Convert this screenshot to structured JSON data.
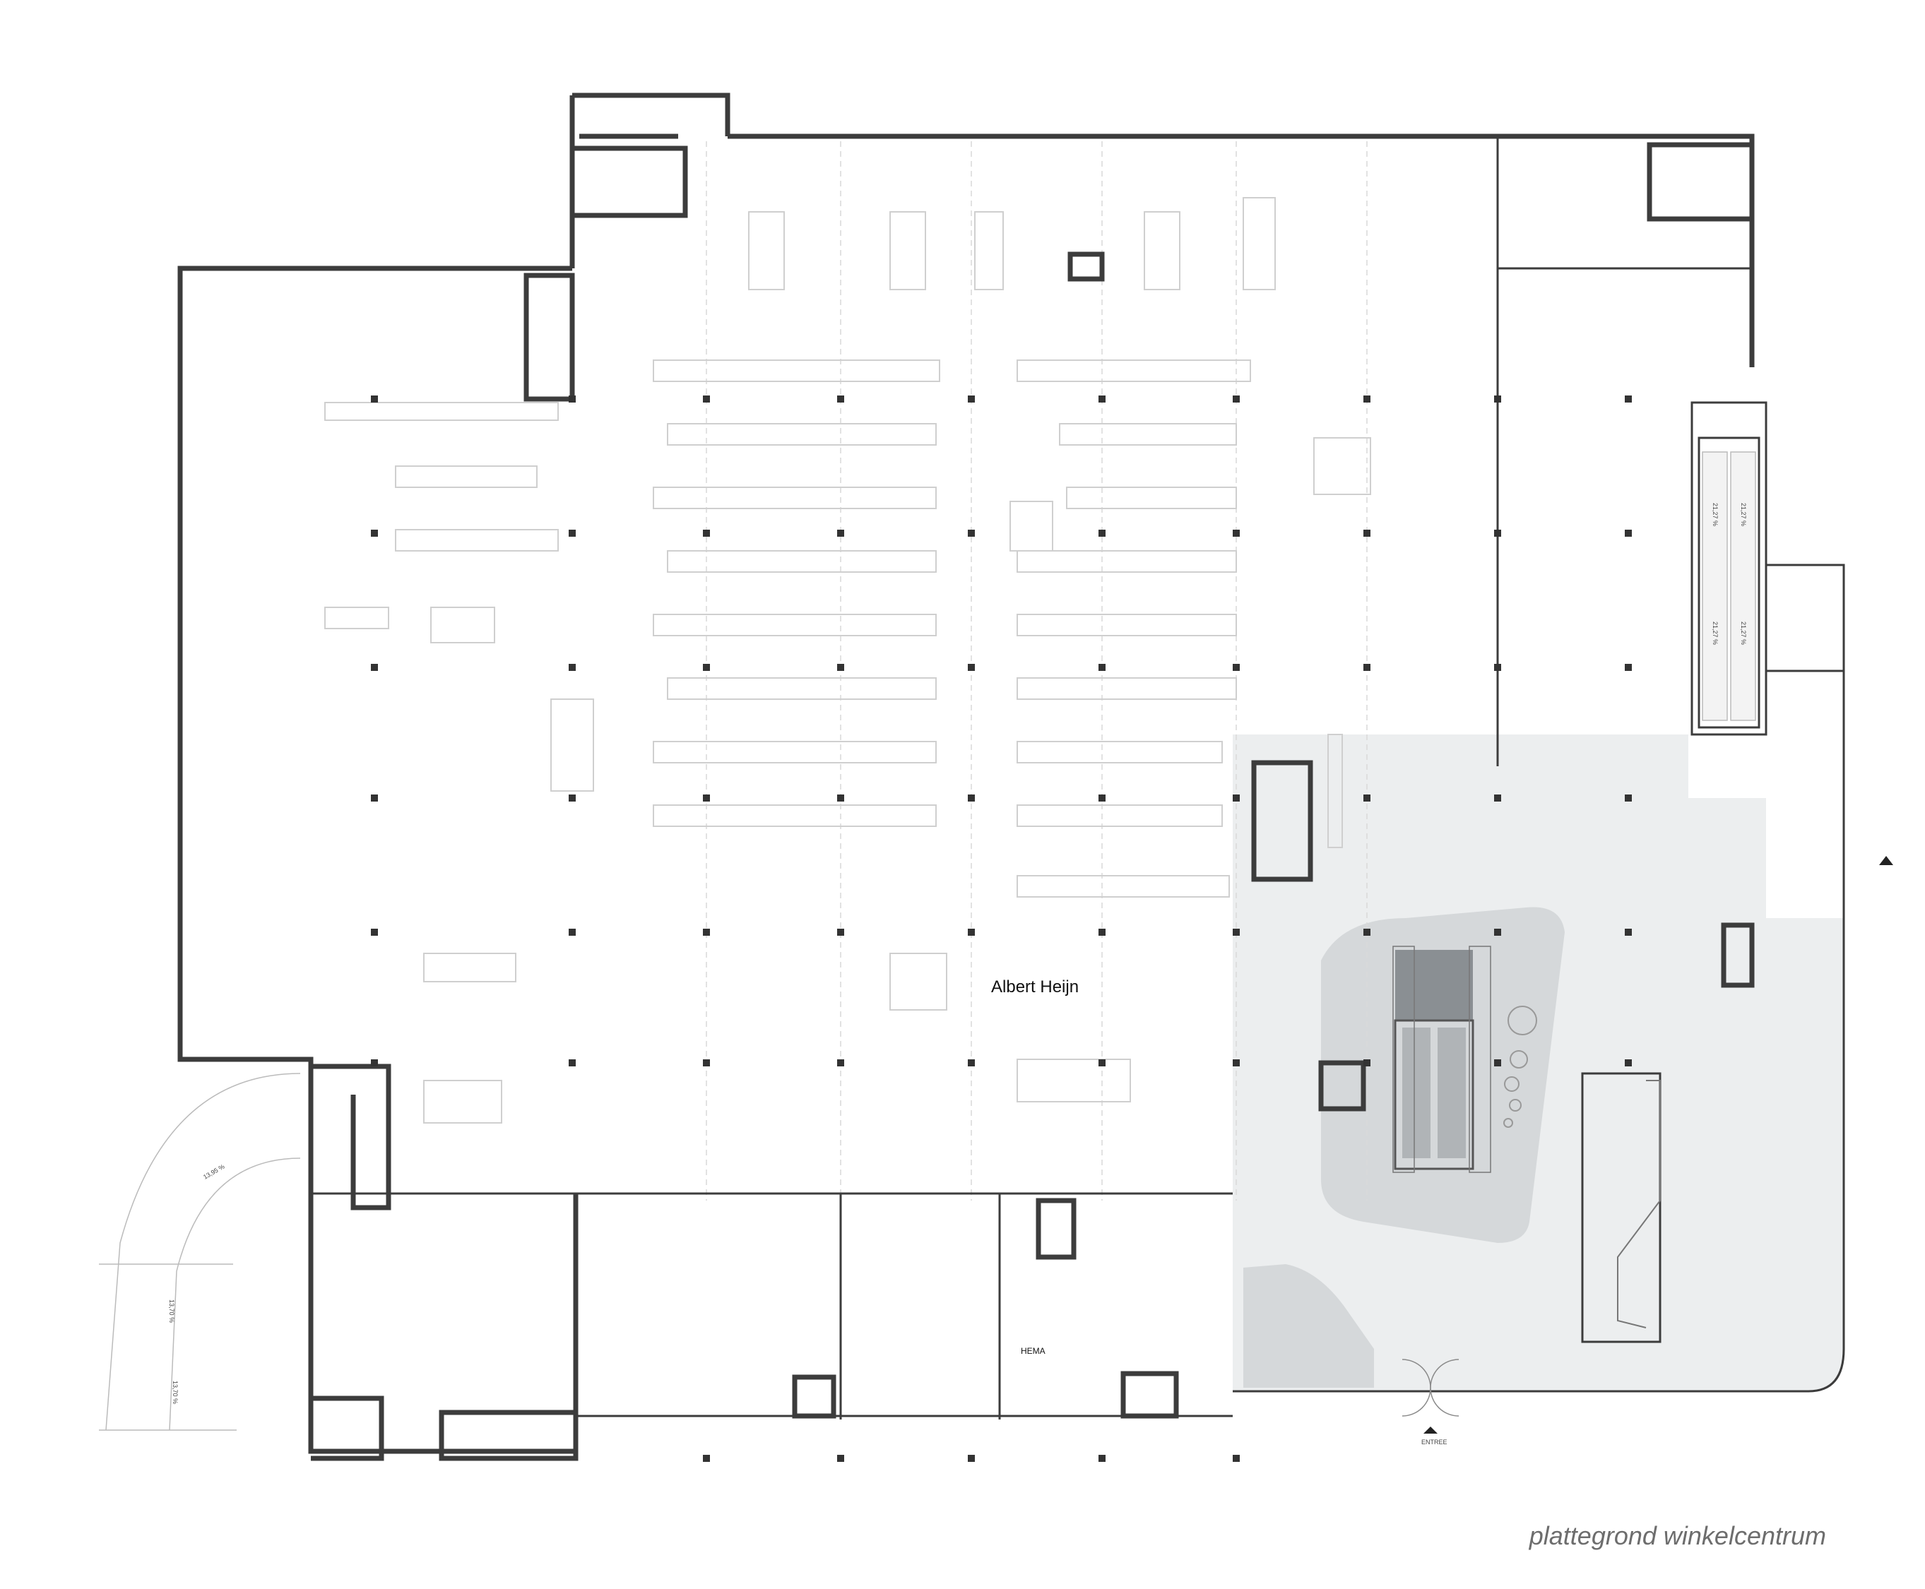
{
  "labels": {
    "albert_heijn": "Albert Heijn",
    "hema": "HEMA",
    "entree": "ENTREE",
    "caption": "plattegrond winkelcentrum"
  },
  "ramp_slopes": [
    "13,95 %",
    "13,70 %",
    "13,70 %"
  ],
  "escalator_slopes": [
    "21,27 %",
    "21,27 %",
    "21,27 %",
    "21,27 %"
  ],
  "colors": {
    "wall": "#3c3c3c",
    "mall_floor": "#eceeef",
    "atrium": "#d5d8da",
    "fixture": "#cfcfcf",
    "caption": "#6d6d6d"
  }
}
